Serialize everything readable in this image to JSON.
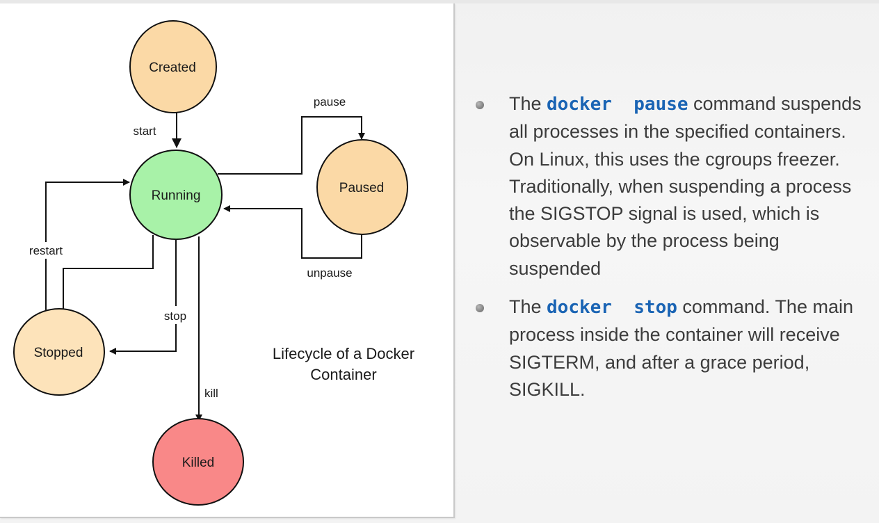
{
  "diagram": {
    "caption_lines": [
      "Lifecycle of a Docker",
      "Container"
    ],
    "nodes": {
      "created": {
        "label": "Created",
        "color": "#fbd9a6"
      },
      "running": {
        "label": "Running",
        "color": "#a8f2a8"
      },
      "paused": {
        "label": "Paused",
        "color": "#fbd9a6"
      },
      "stopped": {
        "label": "Stopped",
        "color": "#fde3ba"
      },
      "killed": {
        "label": "Killed",
        "color": "#f98888"
      }
    },
    "edges": {
      "start": "start",
      "pause": "pause",
      "unpause": "unpause",
      "restart": "restart",
      "stop": "stop",
      "kill": "kill"
    }
  },
  "bullets": [
    {
      "prefix": "The ",
      "code": "docker  pause",
      "suffix": " command suspends all processes in the specified containers. On Linux, this uses the cgroups freezer. Traditionally, when suspending a process the SIGSTOP signal is used, which is observable by the process being suspended"
    },
    {
      "prefix": "The ",
      "code": "docker  stop",
      "suffix": " command. The main process inside the container will receive SIGTERM, and after a grace period, SIGKILL."
    }
  ],
  "colors": {
    "code_accent": "#1a64b4",
    "body_text": "#3c3c3c"
  }
}
